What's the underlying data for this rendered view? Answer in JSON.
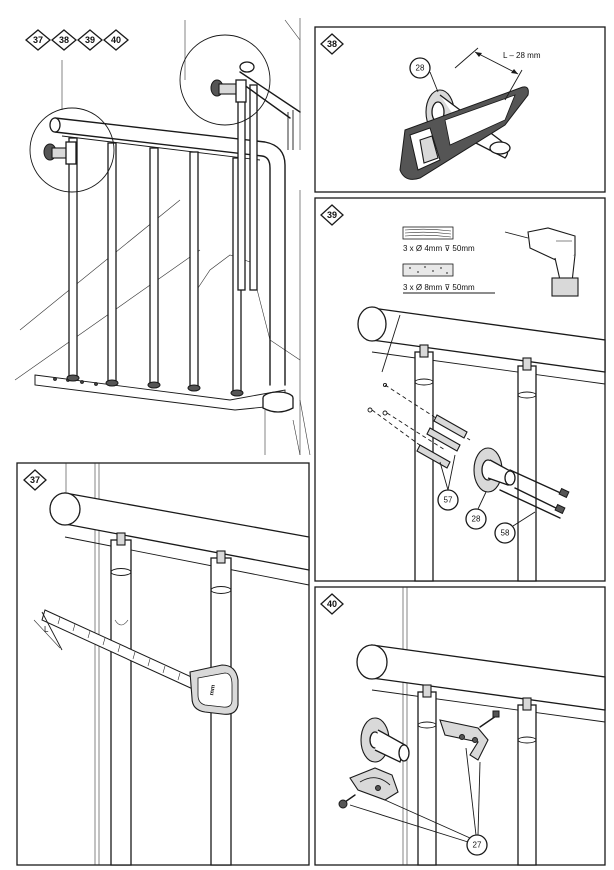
{
  "header_steps": [
    "37",
    "38",
    "39",
    "40"
  ],
  "panels": {
    "p38": {
      "step": "38",
      "part_label": "28",
      "dimension": "L – 28 mm"
    },
    "p39": {
      "step": "39",
      "drill_note_1": "3 x Ø 4mm ⊽ 50mm",
      "drill_note_2": "3 x Ø 8mm ⊽ 50mm",
      "part_labels": [
        "57",
        "28",
        "58"
      ]
    },
    "p37": {
      "step": "37",
      "dimension": "L",
      "tape_text": "mm"
    },
    "p40": {
      "step": "40",
      "part_label": "27"
    }
  }
}
